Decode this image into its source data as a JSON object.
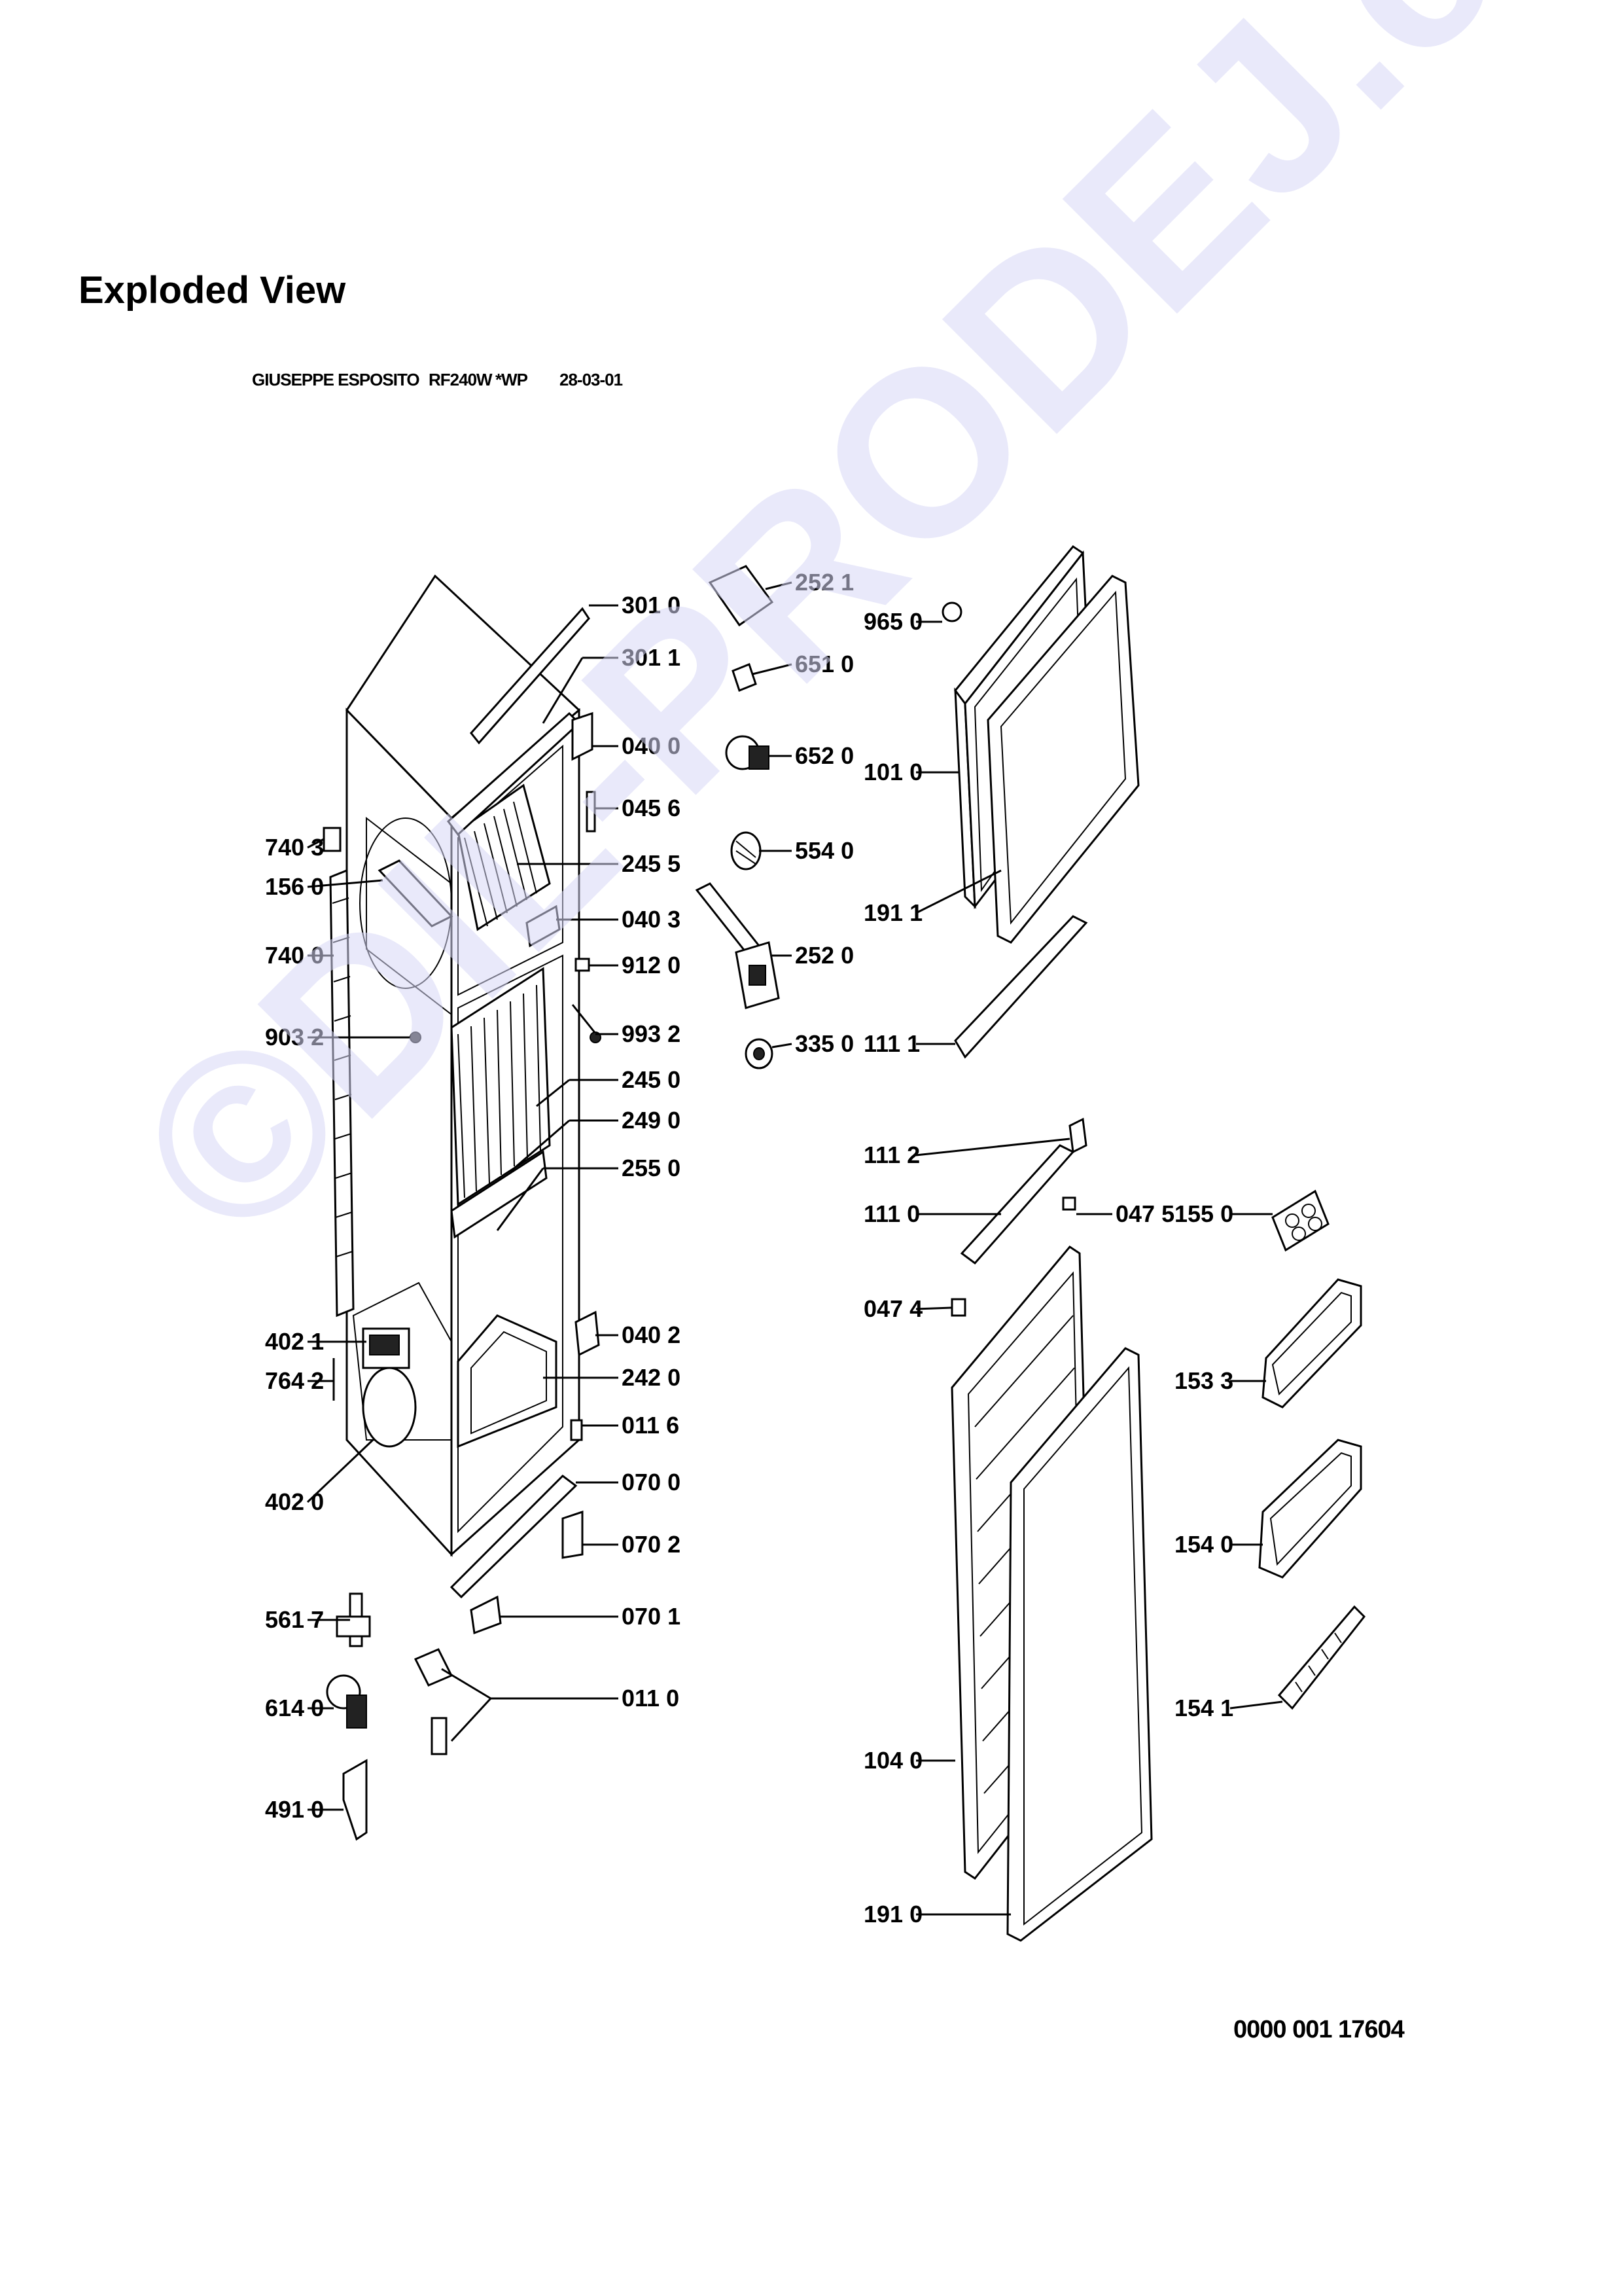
{
  "title": "Exploded View",
  "header": {
    "author": "GIUSEPPE ESPOSITO",
    "model": "RF240W",
    "variant": "*WP",
    "date": "28-03-01"
  },
  "watermark": "©DIL-PRODEJ.cz",
  "document_number": "0000 001 17604",
  "labels": {
    "l3010": "301 0",
    "l3011": "301 1",
    "l0400": "040 0",
    "l0456": "045 6",
    "l7403": "740 3",
    "l1560": "156 0",
    "l2455": "245 5",
    "l0403": "040 3",
    "l7400": "740 0",
    "l9120": "912 0",
    "l9932": "993 2",
    "l9032": "903 2",
    "l2450": "245 0",
    "l2490": "249 0",
    "l2550": "255 0",
    "l0402": "040 2",
    "l4021": "402 1",
    "l7642": "764 2",
    "l2420": "242 0",
    "l0116": "011 6",
    "l4020": "402 0",
    "l0700": "070 0",
    "l0702": "070 2",
    "l5617": "561 7",
    "l0701": "070 1",
    "l6140": "614 0",
    "l0110": "011 0",
    "l4910": "491 0",
    "l2521": "252 1",
    "l6510": "651 0",
    "l6520": "652 0",
    "l5540": "554 0",
    "l2520": "252 0",
    "l3350": "335 0",
    "l9650": "965 0",
    "l1010": "101 0",
    "l1911": "191 1",
    "l1111": "111 1",
    "l1112": "111 2",
    "l1110": "111 0",
    "l0475": "047 5",
    "l1550": "155 0",
    "l0474": "047 4",
    "l1533": "153 3",
    "l1540": "154 0",
    "l1541": "154 1",
    "l1040": "104 0",
    "l1910": "191 0"
  }
}
